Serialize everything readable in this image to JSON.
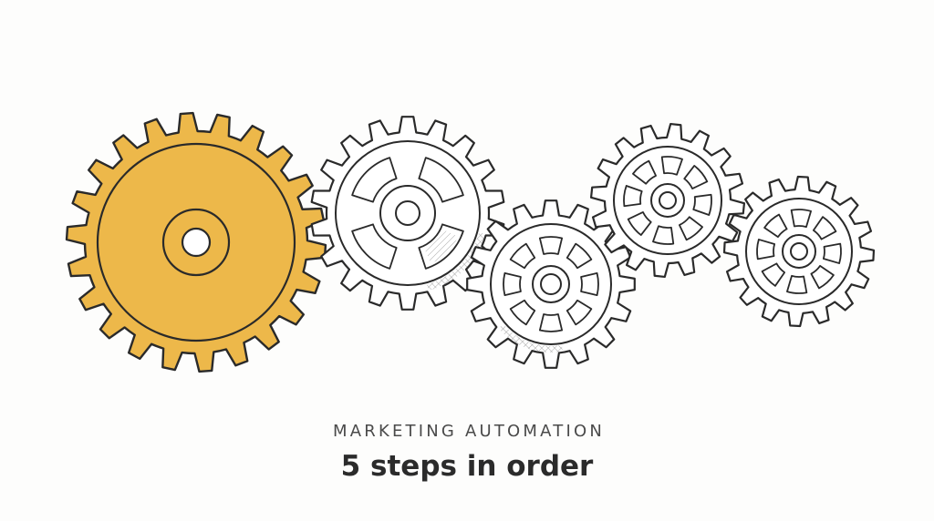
{
  "header": {
    "eyebrow": "MARKETING AUTOMATION",
    "title": "5 steps in order"
  },
  "colors": {
    "active_gear": "#EDB84A",
    "ink": "#2a2a2a",
    "idle_gear": "#ffffff",
    "hatch": "#8a8a8a"
  },
  "gears": [
    {
      "step": 1,
      "state": "active",
      "teeth": 22
    },
    {
      "step": 2,
      "state": "idle",
      "teeth": 18,
      "spokes": 4
    },
    {
      "step": 3,
      "state": "idle",
      "teeth": 16,
      "spokes": 8
    },
    {
      "step": 4,
      "state": "idle",
      "teeth": 16,
      "spokes": 8
    },
    {
      "step": 5,
      "state": "idle",
      "teeth": 16,
      "spokes": 8
    }
  ]
}
